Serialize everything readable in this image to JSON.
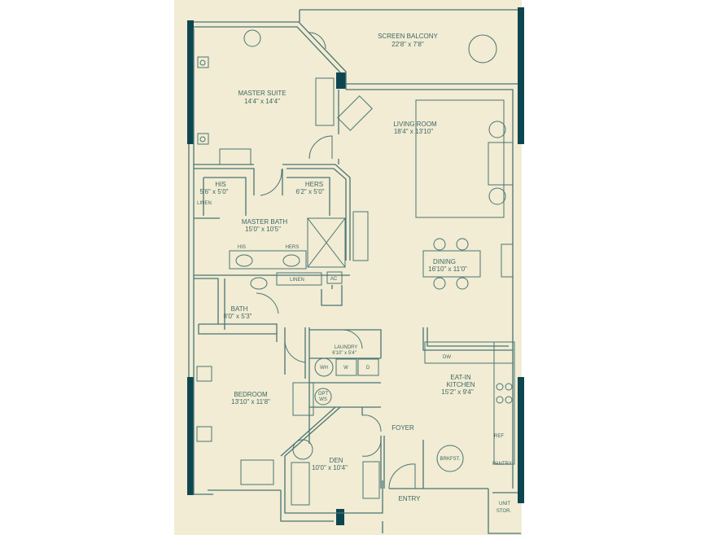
{
  "rooms": {
    "screen_balcony": {
      "name": "SCREEN BALCONY",
      "size": "22'8\" x 7'8\""
    },
    "master_suite": {
      "name": "MASTER SUITE",
      "size": "14'4\" x 14'4\""
    },
    "living_room": {
      "name": "LIVING ROOM",
      "size": "18'4\" x 13'10\""
    },
    "his_closet": {
      "name": "HIS",
      "size": "5'6\" x 5'0\""
    },
    "hers_closet": {
      "name": "HERS",
      "size": "6'2\" x 5'0\""
    },
    "master_bath": {
      "name": "MASTER BATH",
      "size": "15'0\" x 10'5\""
    },
    "dining": {
      "name": "DINING",
      "size": "16'10\" x 11'0\""
    },
    "bath": {
      "name": "BATH",
      "size": "8'0\" x 5'3\""
    },
    "laundry": {
      "name": "LAUNDRY",
      "size": "6'10\" x 5'4\""
    },
    "kitchen": {
      "name": "EAT-IN",
      "name2": "KITCHEN",
      "size": "15'2\" x 9'4\""
    },
    "bedroom": {
      "name": "BEDROOM",
      "size": "13'10\" x 11'8\""
    },
    "foyer": {
      "name": "FOYER"
    },
    "den": {
      "name": "DEN",
      "size": "10'0\" x 10'4\""
    },
    "entry": {
      "name": "ENTRY"
    }
  },
  "fixtures": {
    "linen_master": "LINEN",
    "his_sink": "HIS",
    "hers_sink": "HERS",
    "linen_hall": "LINEN",
    "ac": "AC",
    "dw": "DW",
    "wh": "WH",
    "washer": "W",
    "dryer": "D",
    "opt": "OPT",
    "ws": "WS",
    "ref": "REF",
    "pantry": "PANTRY",
    "brkfst": "BRKFST.",
    "unit": "UNIT",
    "stor": "STOR."
  },
  "colors": {
    "background": "#f1ecd3",
    "wall": "#4a7474",
    "accent": "#0d4650"
  }
}
